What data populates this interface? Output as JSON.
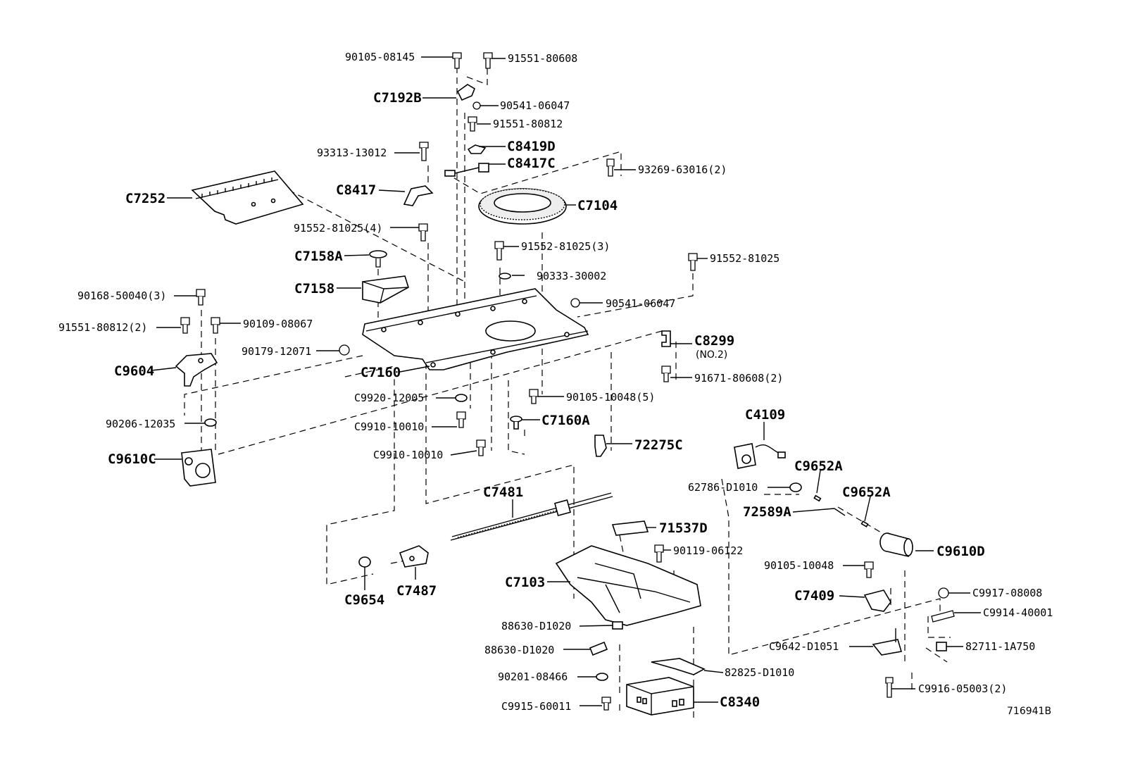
{
  "diagram_id": "716941B",
  "labels": {
    "l_90105_08145": "90105-08145",
    "l_91551_80608": "91551-80608",
    "l_C7192B": "C7192B",
    "l_90541_06047_a": "90541-06047",
    "l_91551_80812": "91551-80812",
    "l_C8419D": "C8419D",
    "l_93313_13012": "93313-13012",
    "l_C8417C": "C8417C",
    "l_93269_63016": "93269-63016(2)",
    "l_C8417": "C8417",
    "l_C7252": "C7252",
    "l_C7104": "C7104",
    "l_91552_81025_4": "91552-81025(4)",
    "l_91552_81025_3": "91552-81025(3)",
    "l_C7158A": "C7158A",
    "l_90333_30002": "90333-30002",
    "l_91552_81025": "91552-81025",
    "l_C7158": "C7158",
    "l_90541_06047_b": "90541-06047",
    "l_90168_50040": "90168-50040(3)",
    "l_91551_80812_2": "91551-80812(2)",
    "l_90109_08067": "90109-08067",
    "l_C8299": "C8299",
    "l_C8299_note": "(NO.2)",
    "l_90179_12071": "90179-12071",
    "l_C9604": "C9604",
    "l_C7160": "C7160",
    "l_91671_80608": "91671-80608(2)",
    "l_C9920_12005": "C9920-12005",
    "l_90105_10048_5": "90105-10048(5)",
    "l_90206_12035": "90206-12035",
    "l_C9910_10010_a": "C9910-10010",
    "l_C7160A": "C7160A",
    "l_C4109": "C4109",
    "l_C9910_10010_b": "C9910-10010",
    "l_72275C": "72275C",
    "l_C9610C": "C9610C",
    "l_C9652A_a": "C9652A",
    "l_62786_D1010": "62786-D1010",
    "l_C7481": "C7481",
    "l_C9652A_b": "C9652A",
    "l_72589A": "72589A",
    "l_71537D": "71537D",
    "l_90119_06122": "90119-06122",
    "l_C9610D": "C9610D",
    "l_90105_10048": "90105-10048",
    "l_C7103": "C7103",
    "l_C7409": "C7409",
    "l_C9917_08008": "C9917-08008",
    "l_C9654": "C9654",
    "l_C7487": "C7487",
    "l_C9914_40001": "C9914-40001",
    "l_88630_D1020_a": "88630-D1020",
    "l_88630_D1020_b": "88630-D1020",
    "l_C9642_D1051": "C9642-D1051",
    "l_82711_1A750": "82711-1A750",
    "l_82825_D1010": "82825-D1010",
    "l_90201_08466": "90201-08466",
    "l_C9916_05003": "C9916-05003(2)",
    "l_C9915_60011": "C9915-60011",
    "l_C8340": "C8340"
  }
}
